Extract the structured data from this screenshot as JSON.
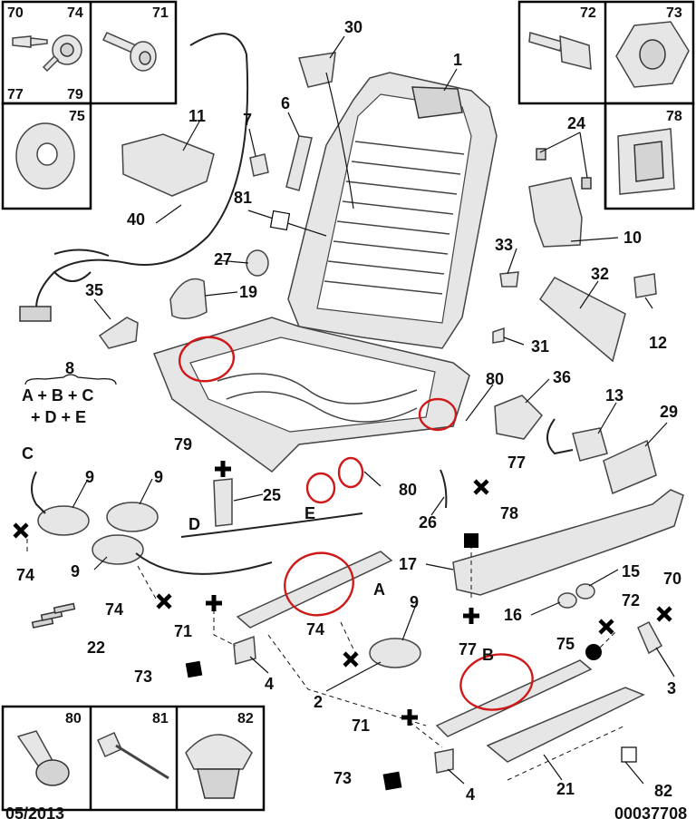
{
  "labels": {
    "p1": "1",
    "p2": "2",
    "p3": "3",
    "p4a": "4",
    "p4b": "4",
    "p6": "6",
    "p7": "7",
    "p8": "8",
    "p9a": "9",
    "p9b": "9",
    "p9c": "9",
    "p9d": "9",
    "p10": "10",
    "p11": "11",
    "p12": "12",
    "p13": "13",
    "p15": "15",
    "p16": "16",
    "p17": "17",
    "p19": "19",
    "p21": "21",
    "p22": "22",
    "p24": "24",
    "p25": "25",
    "p26": "26",
    "p27": "27",
    "p29": "29",
    "p30": "30",
    "p31": "31",
    "p32": "32",
    "p33": "33",
    "p35": "35",
    "p36": "36",
    "p40": "40",
    "p70": "70",
    "p71a": "71",
    "p71b": "71",
    "p72": "72",
    "p73a": "73",
    "p73b": "73",
    "p74a": "74",
    "p74b": "74",
    "p74c": "74",
    "p75": "75",
    "p77a": "77",
    "p77b": "77",
    "p78": "78",
    "p79": "79",
    "p80a": "80",
    "p80b": "80",
    "p81": "81",
    "p82": "82",
    "lA": "A",
    "lB": "B",
    "lC": "C",
    "lD": "D",
    "lE": "E"
  },
  "formula": {
    "line1": "A + B + C",
    "line2": "+ D + E"
  },
  "corner_boxes": {
    "tl": {
      "n70": "70",
      "n74": "74",
      "n71": "71",
      "n77": "77",
      "n79": "79",
      "n75": "75"
    },
    "tr": {
      "n72": "72",
      "n73": "73",
      "n78": "78"
    },
    "bl": {
      "n80": "80",
      "n81": "81",
      "n82": "82"
    }
  },
  "footer": {
    "date": "05/2013",
    "ref": "00037708"
  },
  "highlight_color": "#d01818"
}
